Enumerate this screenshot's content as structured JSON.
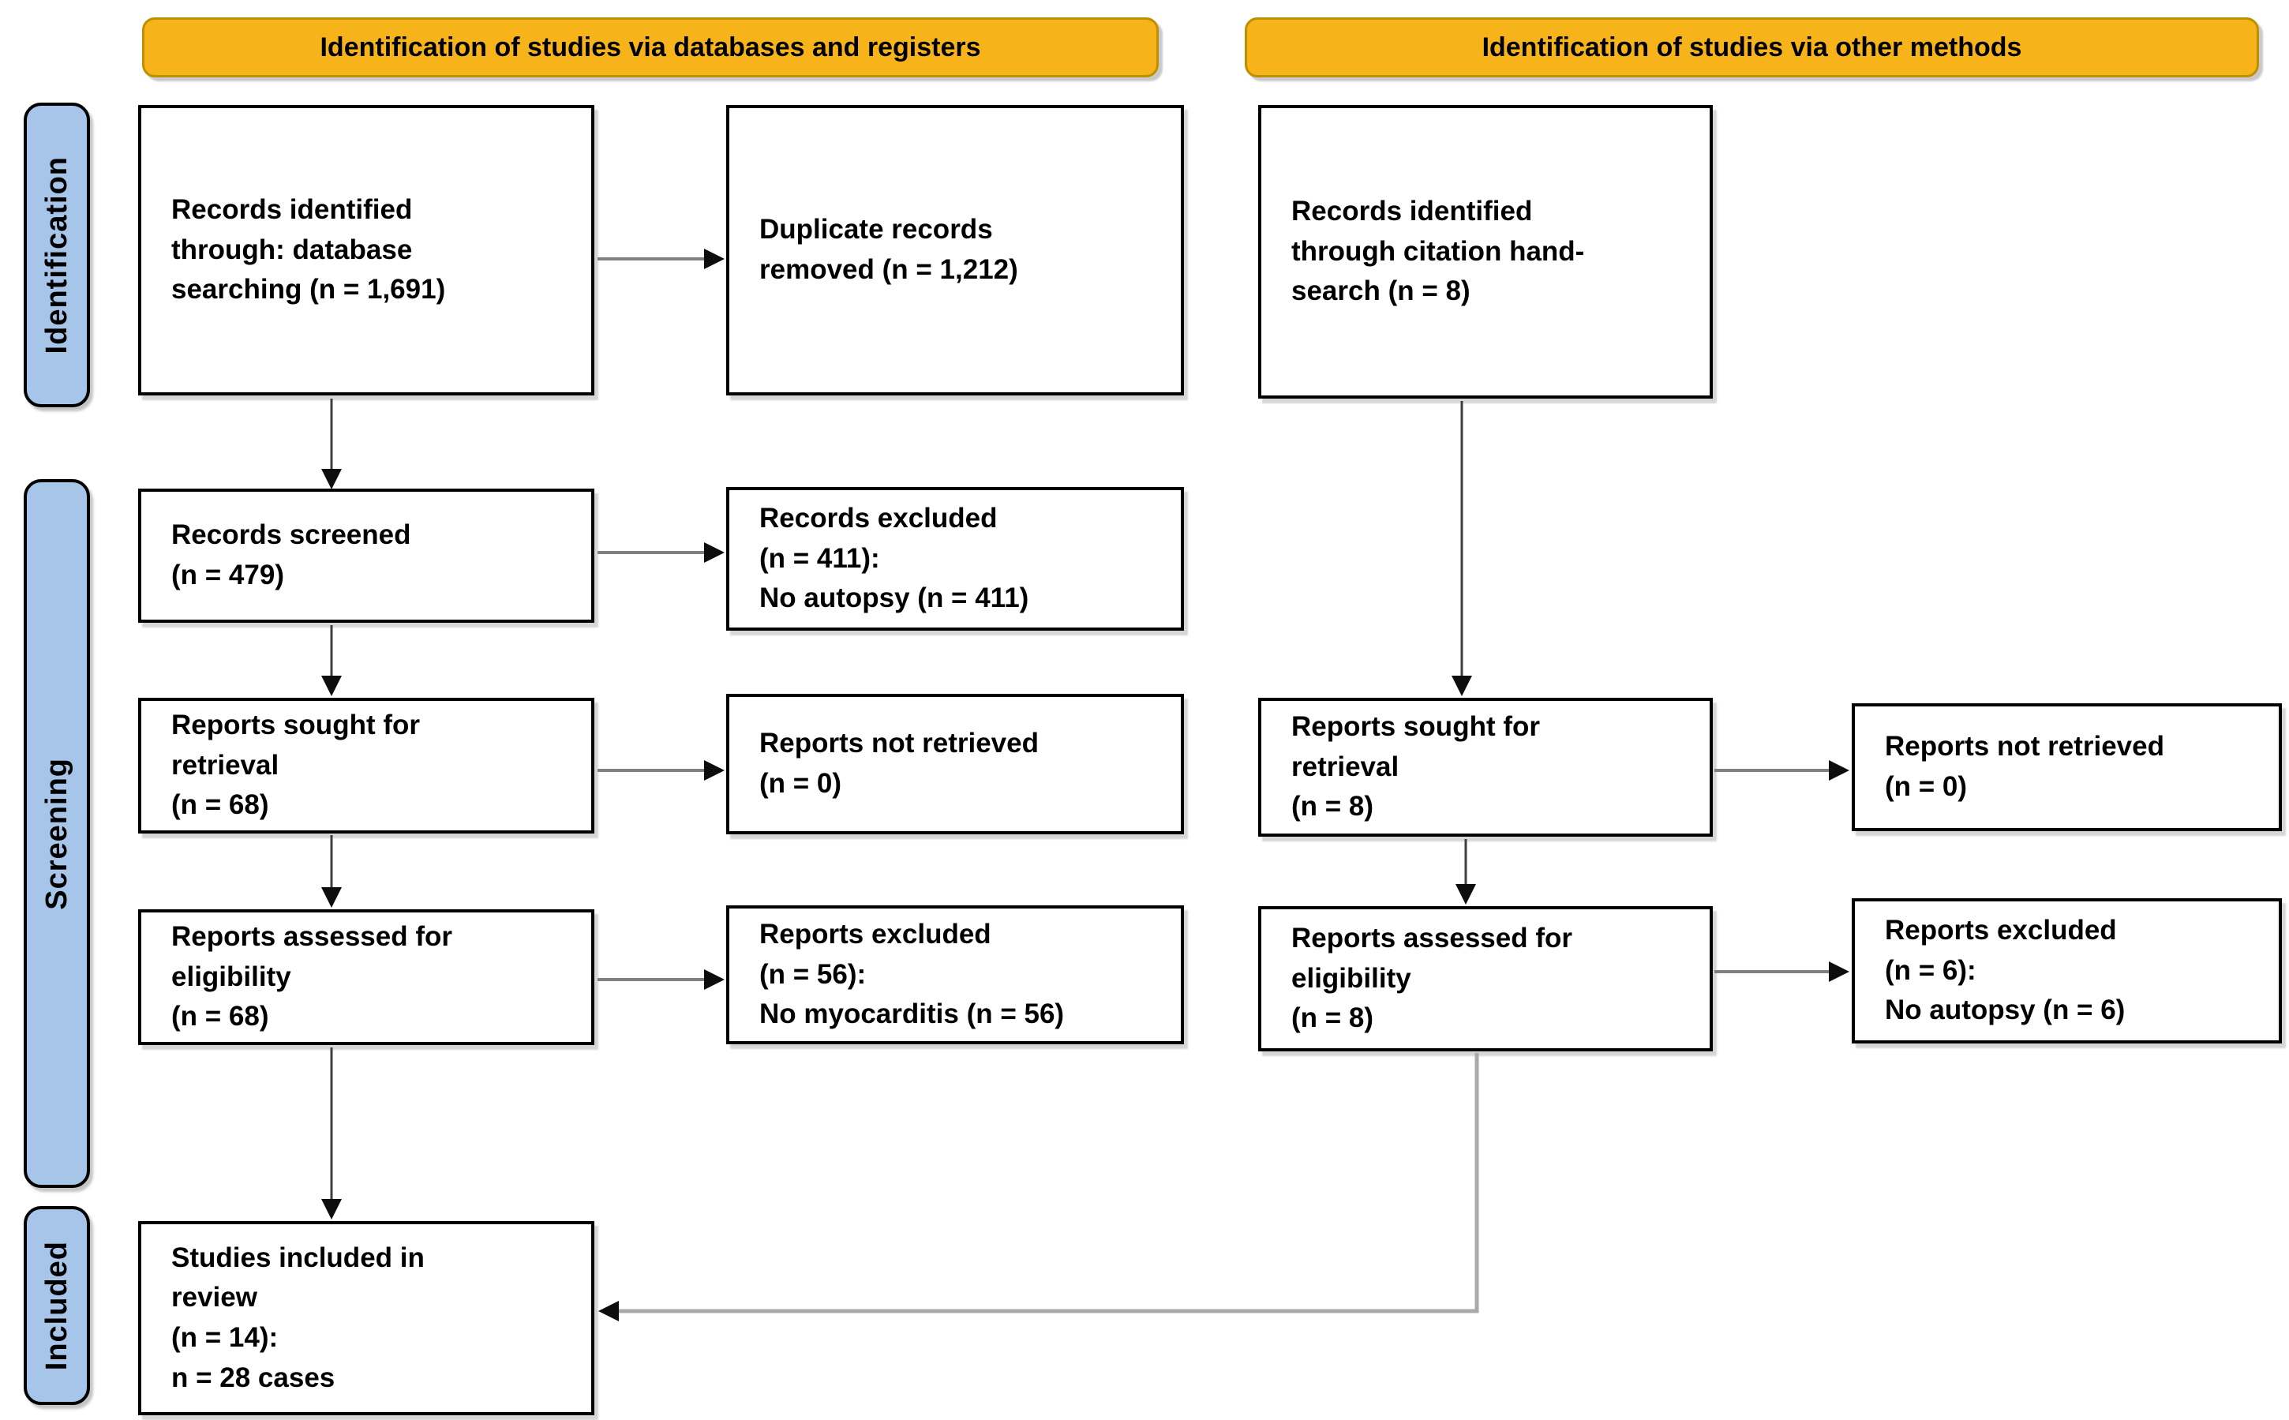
{
  "palette": {
    "banner_fill": "#F7B41A",
    "banner_border": "#BE8F00",
    "stage_fill": "#A6C5E8",
    "box_border": "#000000",
    "arrow_dark": "#3f3f3f",
    "arrow_mid": "#808080",
    "arrow_light": "#a9a9a9"
  },
  "banners": {
    "databases": "Identification of studies via databases and registers",
    "other": "Identification of studies via other methods"
  },
  "stages": {
    "identification": "Identification",
    "screening": "Screening",
    "included": "Included"
  },
  "boxes": {
    "records_identified_db": "Records identified\nthrough: database\nsearching (n = 1,691)",
    "duplicates_removed": "Duplicate records\nremoved (n = 1,212)",
    "records_identified_citation": "Records identified\nthrough citation hand-\nsearch (n = 8)",
    "records_screened": "Records screened\n(n = 479)",
    "records_excluded": "Records excluded\n(n = 411):\nNo autopsy (n = 411)",
    "reports_sought_db": "Reports sought for\nretrieval\n(n = 68)",
    "reports_not_retrieved_db": "Reports not retrieved\n(n = 0)",
    "reports_assessed_db": "Reports assessed for\neligibility\n(n = 68)",
    "reports_excluded_db": "Reports excluded\n(n = 56):\nNo myocarditis (n = 56)",
    "reports_sought_other": "Reports sought for\nretrieval\n(n = 8)",
    "reports_not_retrieved_other": "Reports not retrieved\n(n = 0)",
    "reports_assessed_other": "Reports assessed for\neligibility\n(n = 8)",
    "reports_excluded_other": "Reports excluded\n(n = 6):\nNo autopsy (n = 6)",
    "studies_included": "Studies included in\nreview\n(n = 14):\nn = 28 cases"
  }
}
